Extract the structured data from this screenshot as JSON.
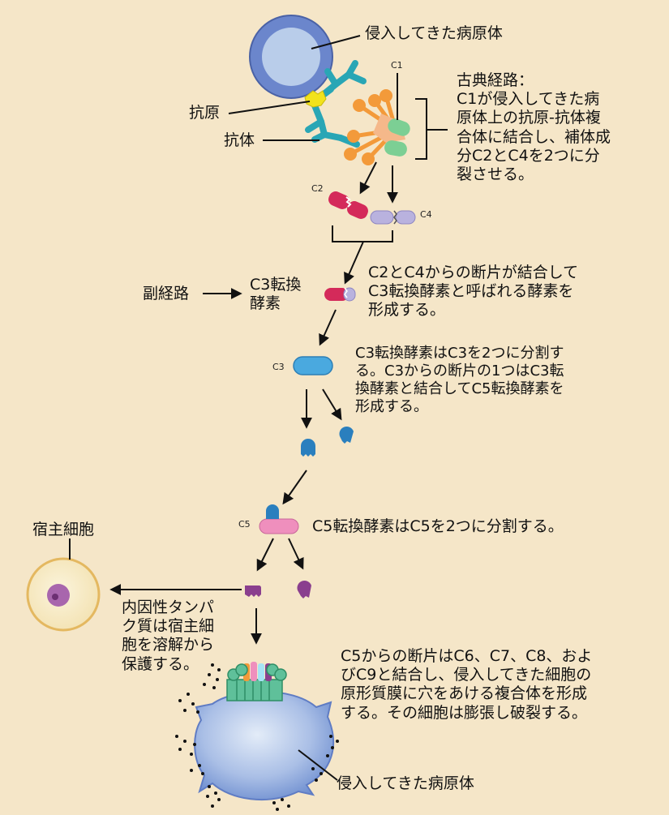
{
  "labels": {
    "invading_pathogen_top": "侵入してきた病原体",
    "antigen": "抗原",
    "antibody": "抗体",
    "c1": "C1",
    "classical_pathway": "古典経路：\nC1が侵入してきた病\n原体上の抗原-抗体複\n合体に結合し、補体成\n分C2とC4を2つに分\n裂させる。",
    "c2": "C2",
    "c4": "C4",
    "alternative_pathway": "副経路",
    "c3_convertase": "C3転換\n酵素",
    "c3_convertase_desc": "C2とC4からの断片が結合して\nC3転換酵素と呼ばれる酵素を\n形成する。",
    "c3": "C3",
    "c3_split_desc": "C3転換酵素はC3を2つに分割す\nる。C3からの断片の1つはC3転\n換酵素と結合してC5転換酵素を\n形成する。",
    "c5": "C5",
    "c5_split_desc": "C5転換酵素はC5を2つに分割する。",
    "host_cell": "宿主細胞",
    "host_protection_desc": "内因性タンパ\nク質は宿主細\n胞を溶解から\n保護する。",
    "mac_desc": "C5からの断片はC6、C7、C8、およ\nびC9と結合し、侵入してきた細胞の\n原形質膜に穴をあける複合体を形成\nする。その細胞は膨張し破裂する。",
    "invading_pathogen_bottom": "侵入してきた病原体"
  },
  "colors": {
    "background": "#f5e6c8",
    "pathogen_outer": "#6b86cc",
    "pathogen_inner": "#b9cdea",
    "antibody": "#29a6b5",
    "antigen": "#f2e21c",
    "c1_orange": "#f39a3a",
    "c1_green": "#7ccf94",
    "c2_red": "#d42a5a",
    "c4_lavender": "#b9b2de",
    "c3_blue": "#4aa9df",
    "c5_pink": "#ef8fbd",
    "c5b_purple": "#8a3f8e",
    "host_cell_fill": "#f6ecc8",
    "host_cell_border": "#e4b860",
    "nucleus": "#a866ad"
  }
}
